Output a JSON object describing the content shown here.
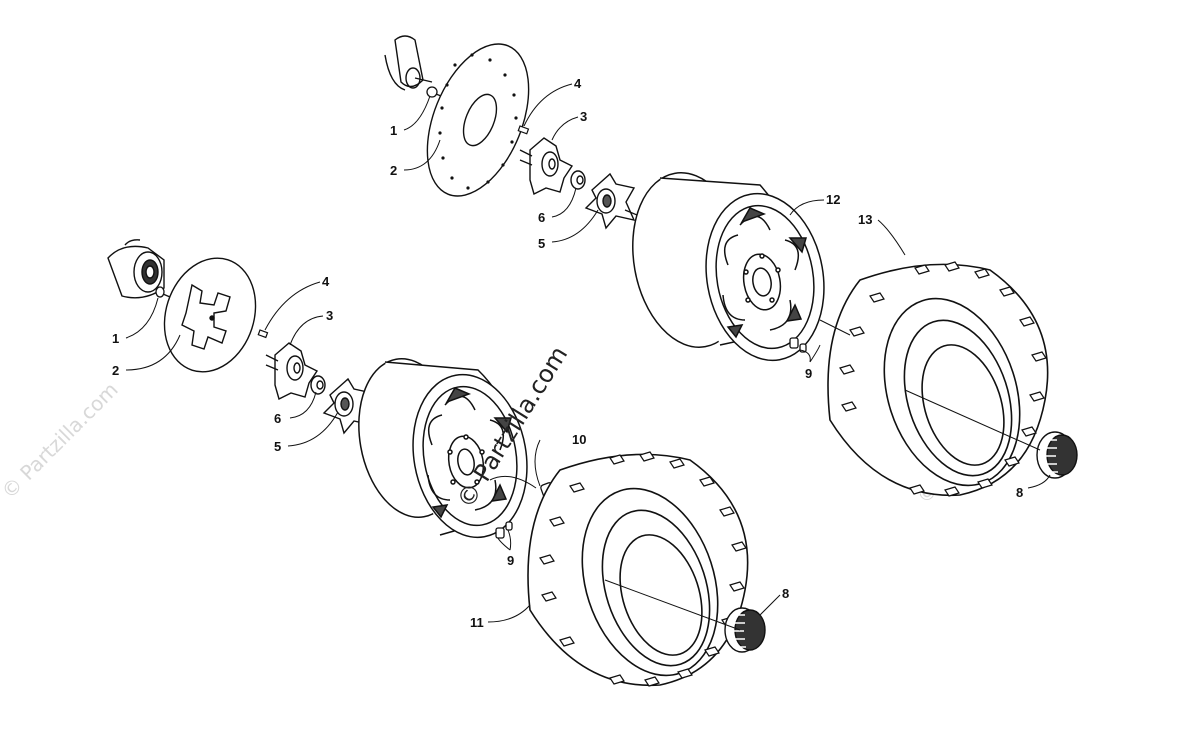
{
  "watermark": {
    "main": "© Partzilla.com",
    "faint": "© Partzilla.com"
  },
  "callouts": {
    "c1a": "1",
    "c2a": "2",
    "c3a": "3",
    "c4a": "4",
    "c5a": "5",
    "c6a": "6",
    "c1b": "1",
    "c2b": "2",
    "c3b": "3",
    "c4b": "4",
    "c5b": "5",
    "c6b": "6",
    "c8a": "8",
    "c8b": "8",
    "c9a": "9",
    "c9b": "9",
    "c10": "10",
    "c11": "11",
    "c12": "12",
    "c13": "13"
  }
}
